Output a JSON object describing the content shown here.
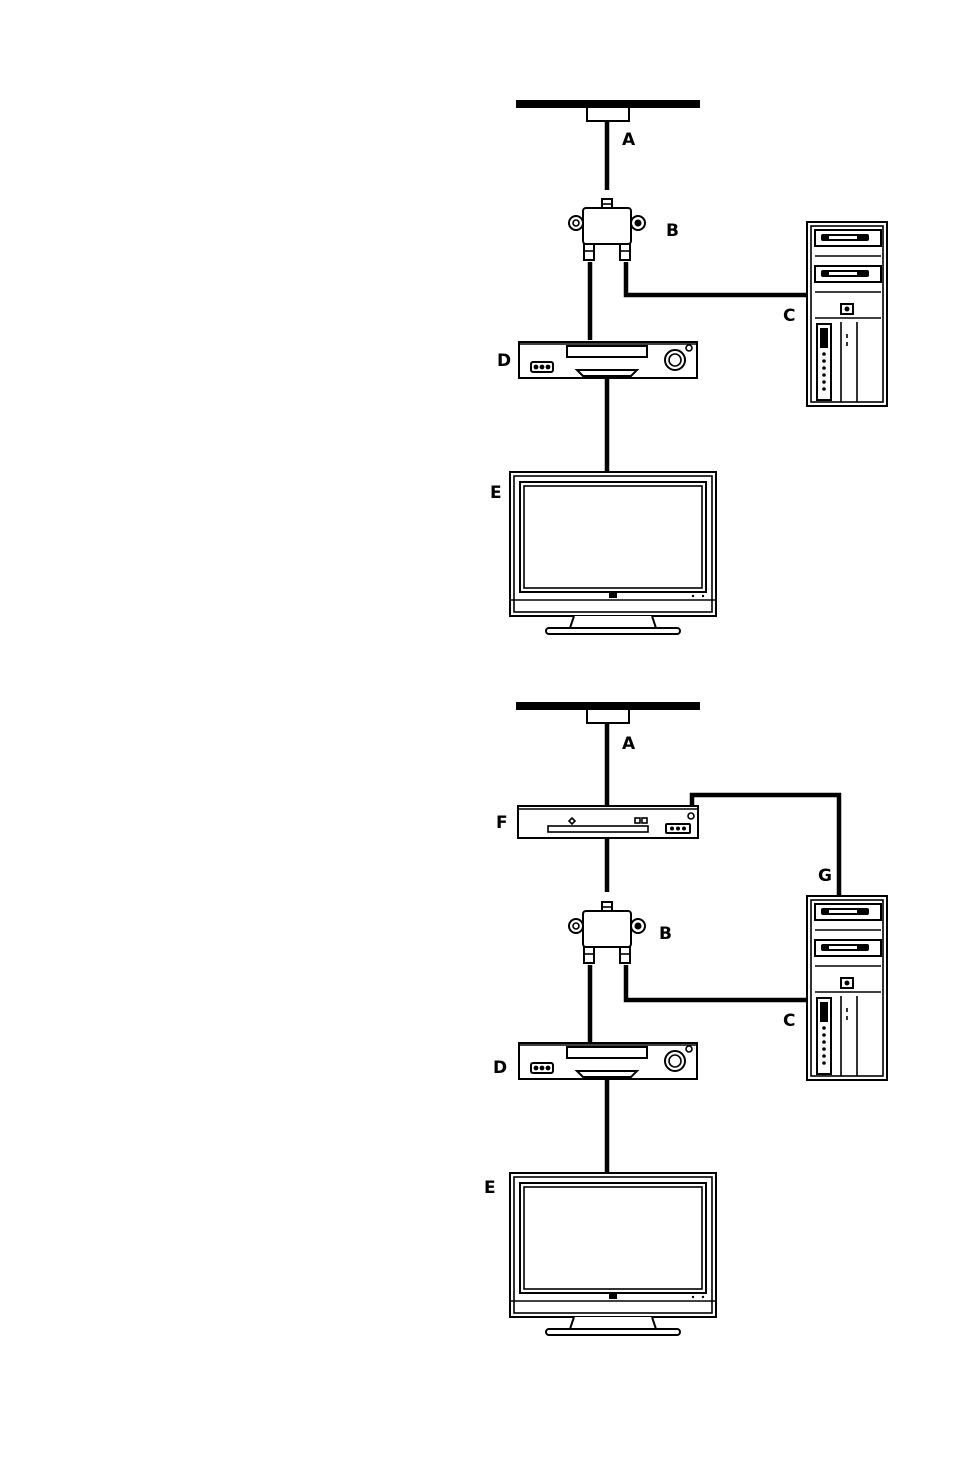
{
  "diagrams": [
    {
      "id": "top",
      "labels": {
        "A": "A",
        "B": "B",
        "C": "C",
        "D": "D",
        "E": "E"
      }
    },
    {
      "id": "bottom",
      "labels": {
        "A": "A",
        "F": "F",
        "G": "G",
        "B": "B",
        "C": "C",
        "D": "D",
        "E": "E"
      }
    }
  ],
  "colors": {
    "line": "#000000",
    "background": "#ffffff"
  }
}
